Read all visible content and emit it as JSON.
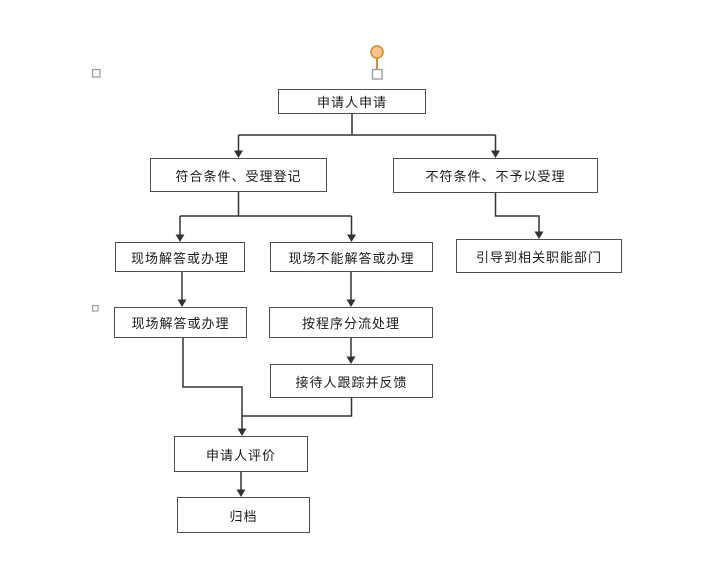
{
  "page": {
    "background_color": "#ffffff"
  },
  "selection_handles": {
    "rotation_handle_fill": "#fbc68e",
    "rotation_handle_stroke": "#d9913f",
    "stem_color": "#bd732c",
    "resize_handle_fill": "#ffffff",
    "resize_handle_stroke": "#9e9e9e",
    "anchor_marker_stroke": "#9e9e9e"
  },
  "flowchart": {
    "box_fill": "#ffffff",
    "box_border_color": "#4d4d4d",
    "connector_color": "#333333",
    "text_color": "#1a1a1a",
    "nodes": [
      {
        "id": "apply",
        "label": "申请人申请"
      },
      {
        "id": "qualify",
        "label": "符合条件、受理登记"
      },
      {
        "id": "not-qualify",
        "label": "不符条件、不予以受理"
      },
      {
        "id": "onsite-answer",
        "label": "现场解答或办理"
      },
      {
        "id": "cannot-onsite",
        "label": "现场不能解答或办理"
      },
      {
        "id": "guide-dept",
        "label": "引导到相关职能部门"
      },
      {
        "id": "onsite-answer-2",
        "label": "现场解答或办理"
      },
      {
        "id": "procedure-split",
        "label": "按程序分流处理"
      },
      {
        "id": "follow-feedback",
        "label": "接待人跟踪并反馈"
      },
      {
        "id": "applicant-evaluate",
        "label": "申请人评价"
      },
      {
        "id": "archive",
        "label": "归档"
      }
    ],
    "edges": [
      {
        "from": "apply",
        "to": "qualify"
      },
      {
        "from": "apply",
        "to": "not-qualify"
      },
      {
        "from": "qualify",
        "to": "onsite-answer"
      },
      {
        "from": "qualify",
        "to": "cannot-onsite"
      },
      {
        "from": "not-qualify",
        "to": "guide-dept"
      },
      {
        "from": "onsite-answer",
        "to": "onsite-answer-2"
      },
      {
        "from": "cannot-onsite",
        "to": "procedure-split"
      },
      {
        "from": "procedure-split",
        "to": "follow-feedback"
      },
      {
        "from": "onsite-answer-2",
        "to": "applicant-evaluate"
      },
      {
        "from": "follow-feedback",
        "to": "applicant-evaluate"
      },
      {
        "from": "applicant-evaluate",
        "to": "archive"
      }
    ]
  }
}
